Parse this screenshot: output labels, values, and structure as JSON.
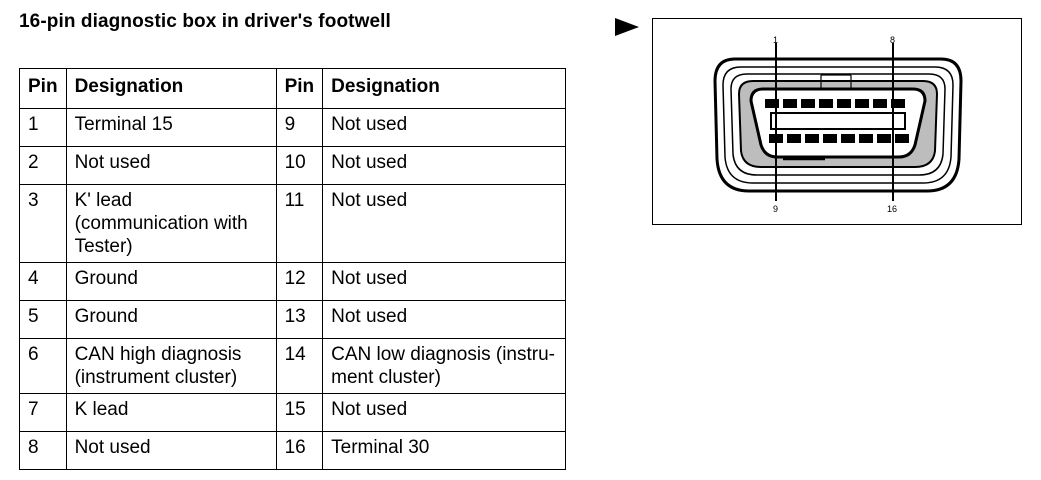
{
  "document": {
    "title": "16-pin diagnostic box in driver's footwell"
  },
  "table": {
    "headers": [
      "Pin",
      "Designation",
      "Pin",
      "Designation"
    ],
    "rows": [
      {
        "pin_a": "1",
        "des_a": "Terminal 15",
        "pin_b": "9",
        "des_b": "Not used"
      },
      {
        "pin_a": "2",
        "des_a": "Not used",
        "pin_b": "10",
        "des_b": "Not used"
      },
      {
        "pin_a": "3",
        "des_a": "K' lead (communication with Tester)",
        "pin_b": "11",
        "des_b": "Not used"
      },
      {
        "pin_a": "4",
        "des_a": "Ground",
        "pin_b": "12",
        "des_b": "Not used"
      },
      {
        "pin_a": "5",
        "des_a": "Ground",
        "pin_b": "13",
        "des_b": "Not used"
      },
      {
        "pin_a": "6",
        "des_a": "CAN high diagnosis (instrument cluster)",
        "pin_b": "14",
        "des_b": "CAN low diagnosis (instru-ment cluster)"
      },
      {
        "pin_a": "7",
        "des_a": "K lead",
        "pin_b": "15",
        "des_b": "Not used"
      },
      {
        "pin_a": "8",
        "des_a": "Not used",
        "pin_b": "16",
        "des_b": "Terminal 30"
      }
    ]
  },
  "diagram": {
    "pin_labels": {
      "top_left": "1",
      "top_right": "8",
      "bottom_left": "9",
      "bottom_right": "16"
    }
  }
}
